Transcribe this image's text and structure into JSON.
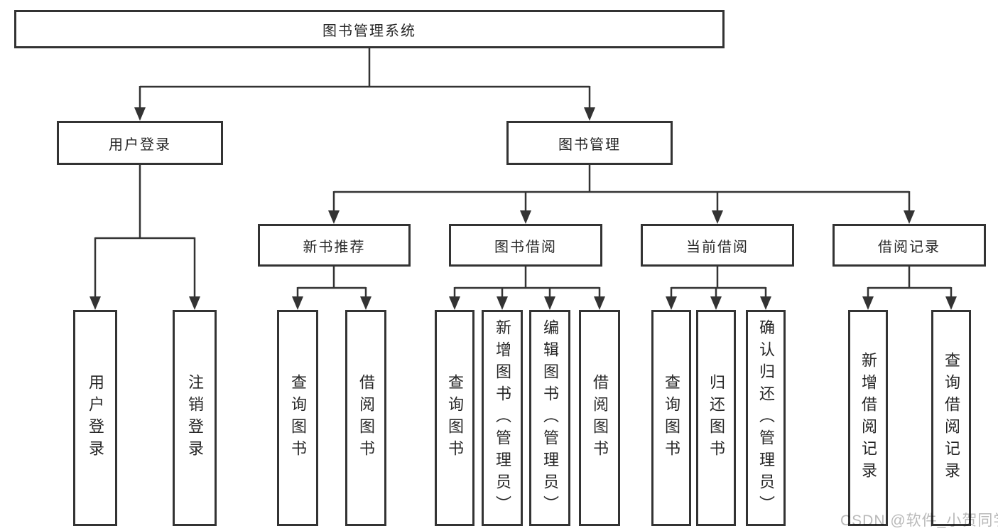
{
  "colors": {
    "line": "#333333",
    "text": "#262626",
    "background": "#ffffff",
    "watermark": "#b9b9b9"
  },
  "root": {
    "label": "图书管理系统"
  },
  "level2": {
    "user_login": {
      "label": "用户登录"
    },
    "book_management": {
      "label": "图书管理"
    }
  },
  "level3": {
    "new_books": {
      "label": "新书推荐"
    },
    "borrowing": {
      "label": "图书借阅"
    },
    "current": {
      "label": "当前借阅"
    },
    "records": {
      "label": "借阅记录"
    }
  },
  "leaves": {
    "user_login": [
      "用户登录",
      "注销登录"
    ],
    "new_books": [
      "查询图书",
      "借阅图书"
    ],
    "borrowing": [
      "查询图书",
      "新增图书（管理员）",
      "编辑图书（管理员）",
      "借阅图书"
    ],
    "current": [
      "查询图书",
      "归还图书",
      "确认归还（管理员）"
    ],
    "records": [
      "新增借阅记录",
      "查询借阅记录"
    ]
  },
  "watermark": "CSDN @软件_小贺同学"
}
